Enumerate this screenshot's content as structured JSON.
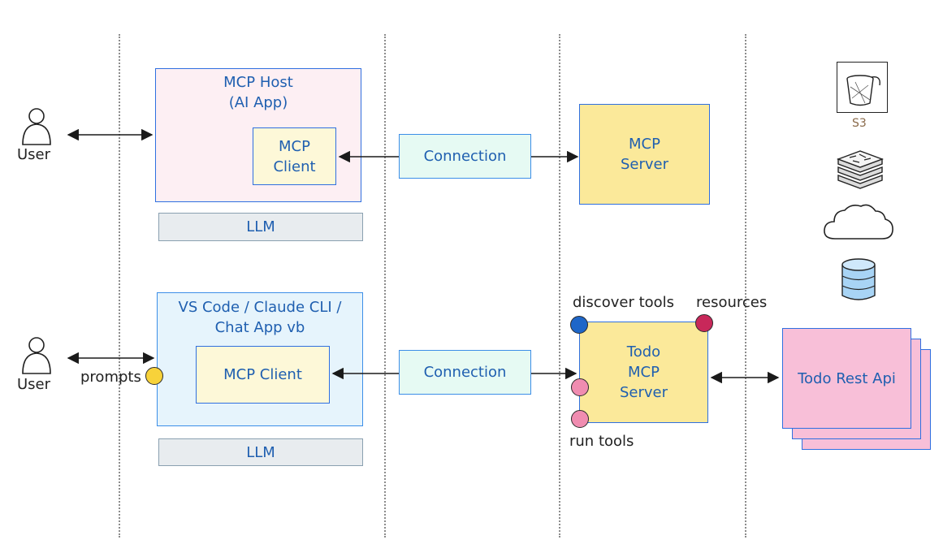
{
  "top": {
    "user_label": "User",
    "host_title": "MCP Host\n(AI App)",
    "client_label": "MCP\nClient",
    "connection_label": "Connection",
    "server_label": "MCP\nServer",
    "llm_label": "LLM"
  },
  "resources": {
    "s3_label": "S3"
  },
  "bottom": {
    "user_label": "User",
    "prompts_label": "prompts",
    "host_title": "VS Code / Claude CLI /\nChat App vb",
    "client_label": "MCP Client",
    "connection_label": "Connection",
    "server_label": "Todo\nMCP\nServer",
    "llm_label": "LLM",
    "discover_tools_label": "discover tools",
    "resources_label": "resources",
    "run_tools_label": "run tools",
    "rest_api_label": "Todo Rest Api"
  },
  "colors": {
    "border_blue": "#2f6fe0",
    "text_blue": "#1f5fb0",
    "host_fill": "#fdeff3",
    "client_fill": "#fdf8d8",
    "connection_fill": "#e6faf3",
    "server_fill": "#fbe99a",
    "llm_fill": "#e8ecef",
    "bottom_host_fill": "#e6f4fc",
    "rest_fill": "#f8bfd8",
    "discover_dot": "#1e66c8",
    "resources_dot": "#c8285a",
    "run_dot": "#f08cb0",
    "prompt_dot": "#f7d23a"
  }
}
